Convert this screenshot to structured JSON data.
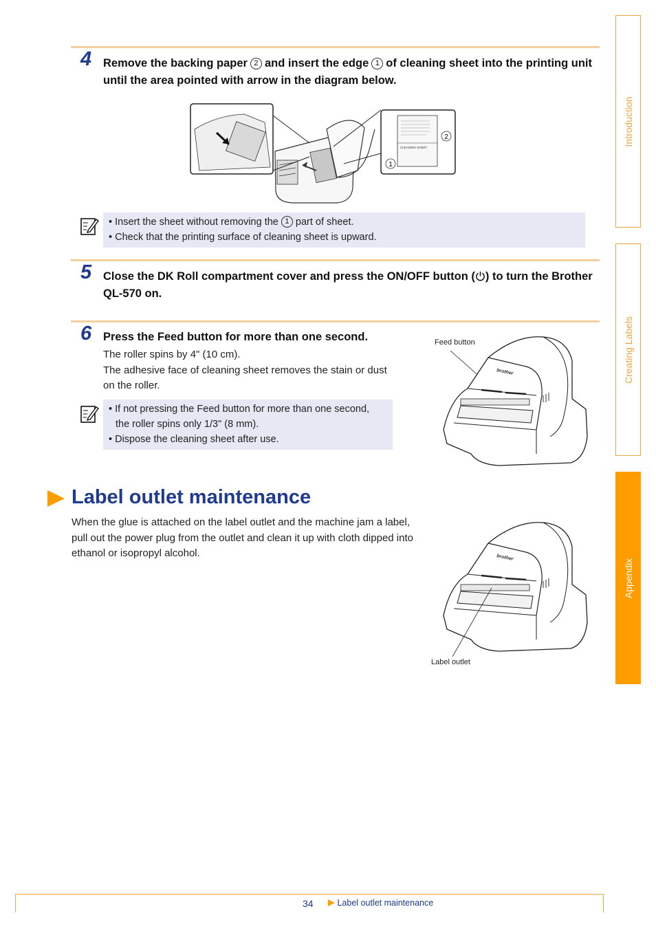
{
  "side_tabs": [
    {
      "label": "Introduction",
      "active": false
    },
    {
      "label": "Creating Labels",
      "active": false
    },
    {
      "label": "Appendix",
      "active": true
    }
  ],
  "step4": {
    "number": "4",
    "text_a": "Remove the backing paper",
    "circle_2": "2",
    "text_b": "and insert the edge",
    "circle_1": "1",
    "text_c": "of cleaning sheet into the printing unit until the area pointed with arrow in the diagram below.",
    "inset_label": "CLEANING SHEET",
    "inset_c1": "1",
    "inset_c2": "2"
  },
  "note1": {
    "line1_a": "• Insert the sheet without removing the",
    "line1_circle": "1",
    "line1_b": "part of sheet.",
    "line2": "• Check that the printing surface of cleaning sheet is upward."
  },
  "step5": {
    "number": "5",
    "text_a": "Close the DK Roll compartment cover and press the ON/OFF button (",
    "text_b": ") to turn the Brother QL-570 on."
  },
  "step6": {
    "number": "6",
    "heading": "Press the Feed button for more than one second.",
    "body1": "The roller spins by 4\" (10 cm).",
    "body2": "The adhesive face of cleaning sheet removes the stain or dust on the roller.",
    "feed_caption": "Feed button"
  },
  "note2": {
    "line1": "• If not pressing the Feed button for more than one second,",
    "line1b": "the roller spins only 1/3\" (8 mm).",
    "line2": "• Dispose the cleaning sheet after use."
  },
  "section": {
    "title": "Label outlet maintenance",
    "body": "When the glue is attached on the label outlet and the machine jam a label, pull out the power plug from the outlet and clean it up with cloth dipped into ethanol or isopropyl alcohol.",
    "outlet_caption": "Label outlet"
  },
  "printer_brand": "brother",
  "footer": {
    "page_number": "34",
    "link": "Label outlet maintenance"
  },
  "colors": {
    "accent_blue": "#1f3a8f",
    "tab_orange": "#ff9c00",
    "rule": "#f6cf9f",
    "note_bg": "#e6e9f3"
  }
}
